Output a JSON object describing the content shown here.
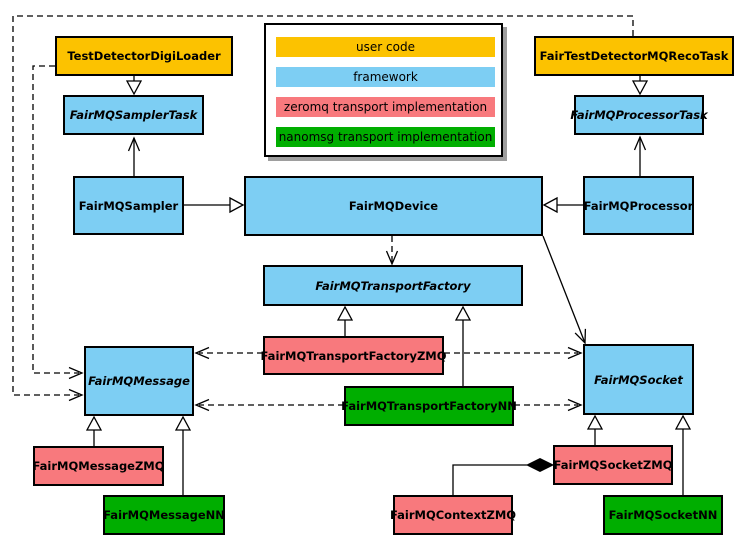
{
  "palette": {
    "user_code": "#FCC200",
    "framework": "#7DCEF3",
    "zeromq": "#F8797D",
    "nanomsg": "#00AE00",
    "line": "#000000",
    "legend_shadow": "#9E9E9E"
  },
  "legend": {
    "items": [
      {
        "label": "user code",
        "color": "#FCC200"
      },
      {
        "label": "framework",
        "color": "#7DCEF3"
      },
      {
        "label": "zeromq transport implementation",
        "color": "#F8797D"
      },
      {
        "label": "nanomsg transport implementation",
        "color": "#00AE00"
      }
    ]
  },
  "nodes": {
    "tddl": {
      "label": "TestDetectorDigiLoader",
      "category": "user_code"
    },
    "reco": {
      "label": "FairTestDetectorMQRecoTask",
      "category": "user_code"
    },
    "sampler_task": {
      "label": "FairMQSamplerTask",
      "category": "framework",
      "abstract": true
    },
    "processor_task": {
      "label": "FairMQProcessorTask",
      "category": "framework",
      "abstract": true
    },
    "sampler": {
      "label": "FairMQSampler",
      "category": "framework"
    },
    "device": {
      "label": "FairMQDevice",
      "category": "framework"
    },
    "processor": {
      "label": "FairMQProcessor",
      "category": "framework"
    },
    "transport_factory": {
      "label": "FairMQTransportFactory",
      "category": "framework",
      "abstract": true
    },
    "transport_factory_zmq": {
      "label": "FairMQTransportFactoryZMQ",
      "category": "zeromq"
    },
    "transport_factory_nn": {
      "label": "FairMQTransportFactoryNN",
      "category": "nanomsg"
    },
    "message": {
      "label": "FairMQMessage",
      "category": "framework",
      "abstract": true
    },
    "message_zmq": {
      "label": "FairMQMessageZMQ",
      "category": "zeromq"
    },
    "message_nn": {
      "label": "FairMQMessageNN",
      "category": "nanomsg"
    },
    "socket": {
      "label": "FairMQSocket",
      "category": "framework",
      "abstract": true
    },
    "socket_zmq": {
      "label": "FairMQSocketZMQ",
      "category": "zeromq"
    },
    "socket_nn": {
      "label": "FairMQSocketNN",
      "category": "nanomsg"
    },
    "context_zmq": {
      "label": "FairMQContextZMQ",
      "category": "zeromq"
    }
  }
}
